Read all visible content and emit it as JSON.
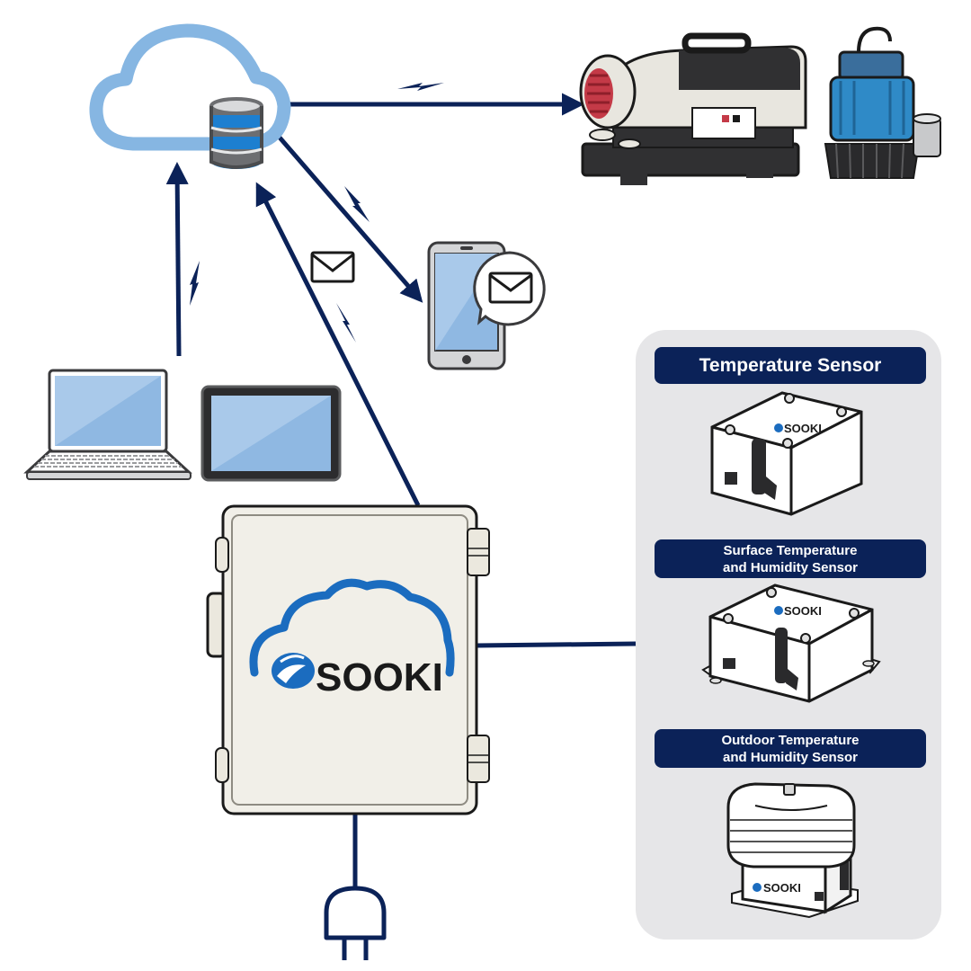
{
  "colors": {
    "link": "#0b2258",
    "cloud": "#86b6e2",
    "logo_blue": "#1b6cbf",
    "panel": "#e6e6e8",
    "label_bg": "#0b2258"
  },
  "logo": {
    "text": "SOOKI"
  },
  "icons": {
    "cloud": "cloud-database-icon",
    "devices": [
      "heater-icon",
      "water-pump-icon",
      "smartphone-icon",
      "laptop-icon",
      "tablet-icon"
    ],
    "hub": "gateway-enclosure-icon",
    "power": "power-plug-icon",
    "signals": "wireless-signal-icon",
    "mail": "envelope-icon"
  },
  "sensors": [
    {
      "label_lines": [
        "Temperature Sensor"
      ]
    },
    {
      "label_lines": [
        "Surface Temperature",
        "and Humidity Sensor"
      ]
    },
    {
      "label_lines": [
        "Outdoor Temperature",
        "and Humidity Sensor"
      ]
    }
  ]
}
